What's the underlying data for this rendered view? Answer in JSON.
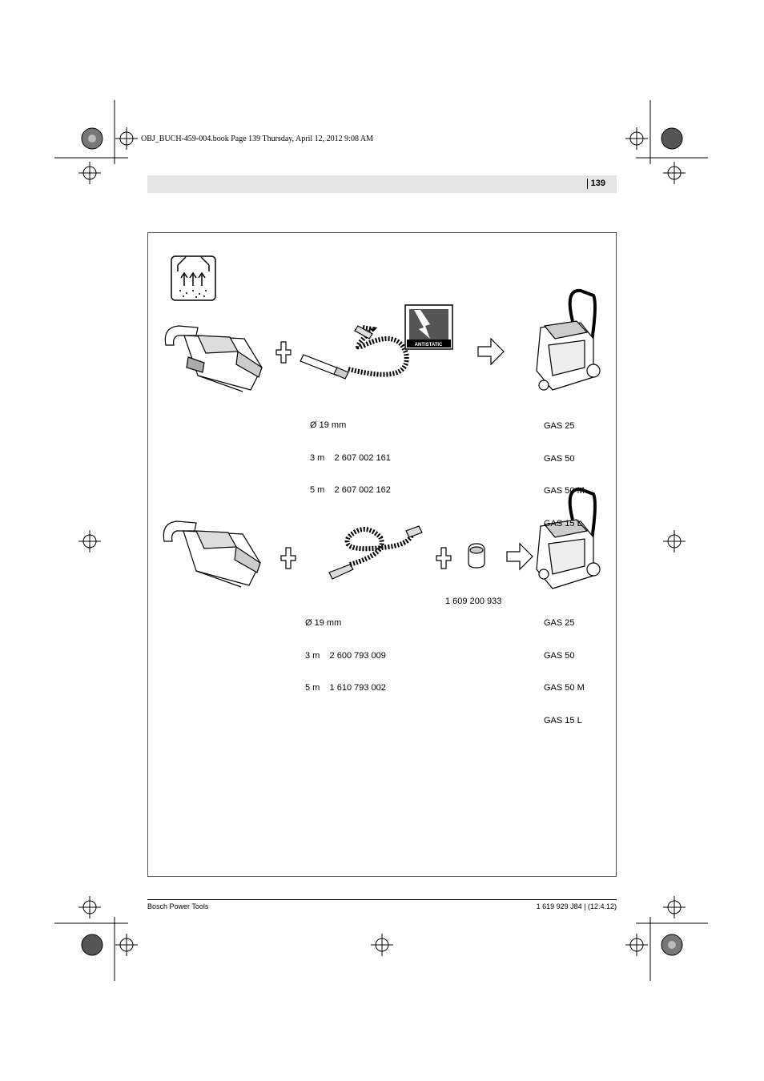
{
  "print_header": "OBJ_BUCH-459-004.book  Page 139  Thursday, April 12, 2012  9:08 AM",
  "page_number": "139",
  "badge": {
    "label": "ANTISTATIC"
  },
  "row1": {
    "hose_lines": [
      "Ø 19 mm",
      "3 m    2 607 002 161",
      "5 m    2 607 002 162"
    ],
    "vacuum_lines": [
      "GAS 25",
      "GAS 50",
      "GAS 50 M",
      "GAS 15 L"
    ]
  },
  "row2": {
    "hose_lines": [
      "Ø 19 mm",
      "3 m    2 600 793 009",
      "5 m    1 610 793 002"
    ],
    "adapter_part": "1 609 200 933",
    "vacuum_lines": [
      "GAS 25",
      "GAS 50",
      "GAS 50 M",
      "GAS 15 L"
    ]
  },
  "footer": {
    "left": "Bosch Power Tools",
    "right": "1 619 929 J84 | (12.4.12)"
  },
  "icons": [
    "crop-mark-icon",
    "registration-target-icon",
    "dust-extraction-icon",
    "plus-icon",
    "arrow-right-icon",
    "belt-sander-icon",
    "hose-icon",
    "adapter-icon",
    "vacuum-cleaner-icon",
    "antistatic-icon"
  ]
}
